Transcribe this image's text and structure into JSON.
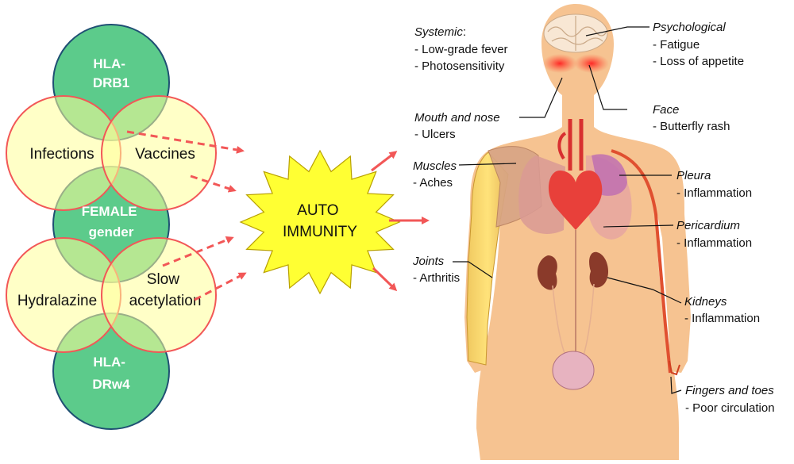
{
  "colors": {
    "green_circle": "#5ccb8b",
    "green_stroke": "#1f4f73",
    "yellow_circle": "#ffff99",
    "red_stroke": "#f25757",
    "arrow": "#f25757",
    "burst_fill": "#ffff33",
    "body_skin": "#f6c391"
  },
  "venn_top": {
    "gene": [
      "HLA-",
      "DRB1"
    ],
    "left": "Infections",
    "right": "Vaccines",
    "bottom": [
      "FEMALE",
      "gender"
    ]
  },
  "venn_bottom": {
    "left": "Hydralazine",
    "right": [
      "Slow",
      "acetylation"
    ],
    "gene": [
      "HLA-",
      "DRw4"
    ]
  },
  "center": [
    "AUTO",
    "IMMUNITY"
  ],
  "symptoms": {
    "systemic": {
      "title": "Systemic",
      "colon": ":",
      "items": [
        "- Low-grade fever",
        "- Photosensitivity"
      ]
    },
    "psychological": {
      "title": "Psychological",
      "items": [
        "- Fatigue",
        "- Loss of appetite"
      ]
    },
    "mouth_nose": {
      "title": "Mouth and nose",
      "items": [
        "- Ulcers"
      ]
    },
    "face": {
      "title": "Face",
      "items": [
        "- Butterfly rash"
      ]
    },
    "muscles": {
      "title": "Muscles",
      "items": [
        "- Aches"
      ]
    },
    "pleura": {
      "title": "Pleura",
      "items": [
        "- Inflammation"
      ]
    },
    "pericardium": {
      "title": "Pericardium",
      "items": [
        "- Inflammation"
      ]
    },
    "joints": {
      "title": "Joints",
      "items": [
        "- Arthritis"
      ]
    },
    "kidneys": {
      "title": "Kidneys",
      "items": [
        "- Inflammation"
      ]
    },
    "fingers": {
      "title": "Fingers and toes",
      "items": [
        "- Poor circulation"
      ]
    }
  }
}
